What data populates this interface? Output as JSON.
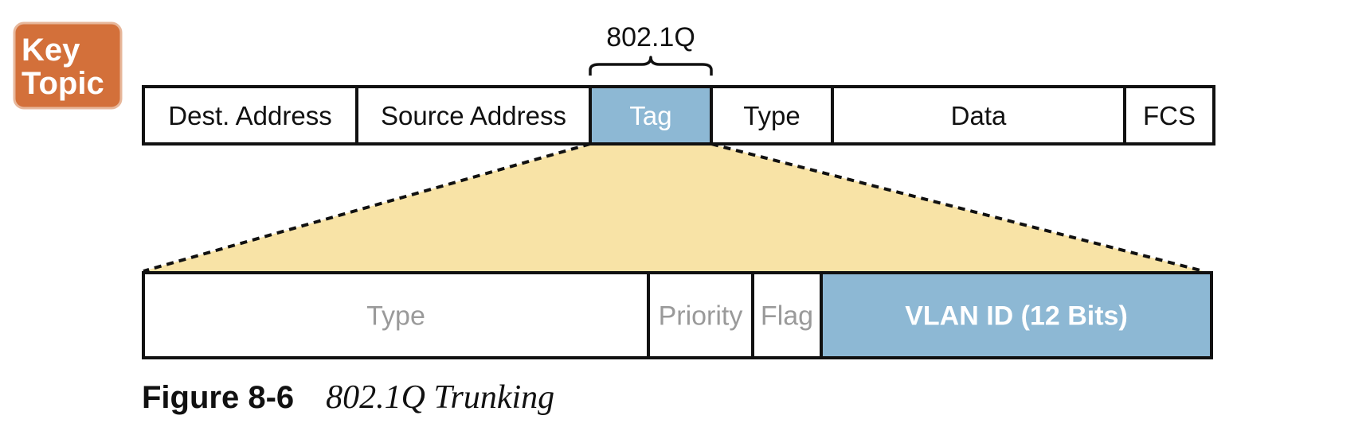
{
  "badge": {
    "line1": "Key",
    "line2": "Topic",
    "color": "#D3703A"
  },
  "brace_label": "802.1Q",
  "frame_fields": [
    {
      "label": "Dest. Address",
      "highlight": false
    },
    {
      "label": "Source Address",
      "highlight": false
    },
    {
      "label": "Tag",
      "highlight": true
    },
    {
      "label": "Type",
      "highlight": false
    },
    {
      "label": "Data",
      "highlight": false
    },
    {
      "label": "FCS",
      "highlight": false
    }
  ],
  "tag_fields": [
    {
      "label": "Type",
      "highlight": false
    },
    {
      "label": "Priority",
      "highlight": false
    },
    {
      "label": "Flag",
      "highlight": false
    },
    {
      "label": "VLAN ID (12 Bits)",
      "highlight": true
    }
  ],
  "colors": {
    "highlight_fill": "#8DB8D4",
    "expansion_fill": "#F8E3A6",
    "border": "#111111",
    "muted_text": "#9A9A9A"
  },
  "caption": {
    "label": "Figure 8-6",
    "title": "802.1Q Trunking"
  }
}
